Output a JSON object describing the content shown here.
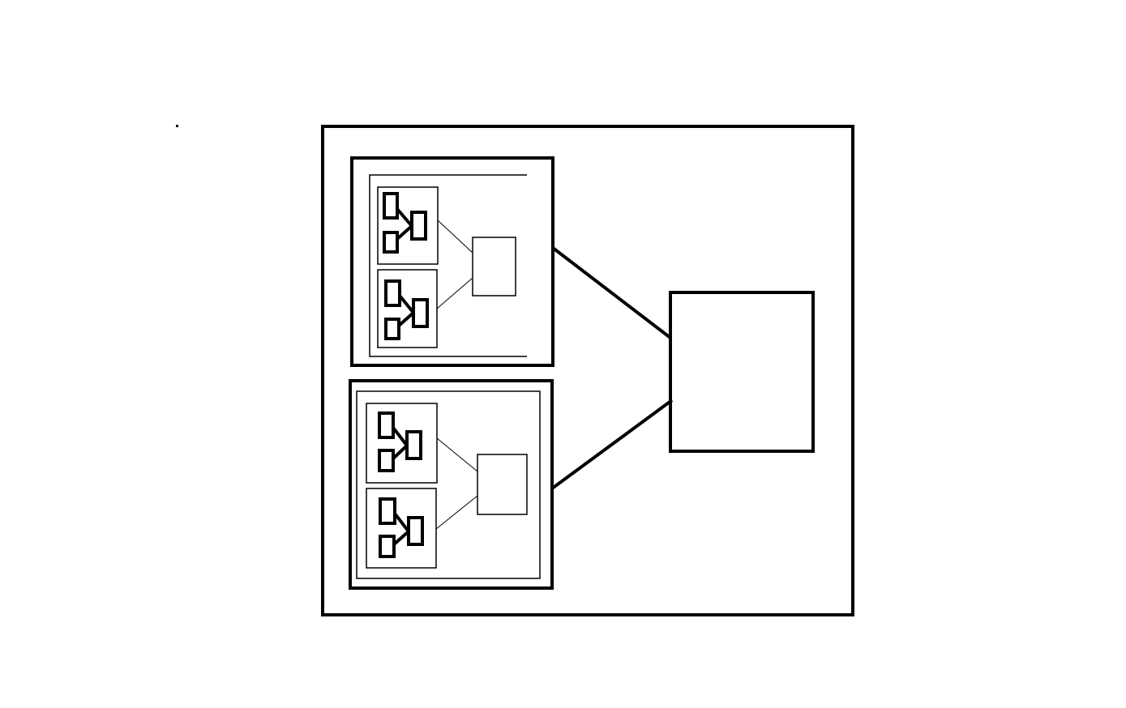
{
  "diagram": {
    "colors": {
      "background": "#ffffff",
      "stroke": "#000000",
      "fill": "#ffffff"
    },
    "elements": [
      "outer-container",
      "upper-module",
      "lower-module",
      "central-hub",
      "upper-hub-link",
      "lower-hub-link"
    ]
  }
}
